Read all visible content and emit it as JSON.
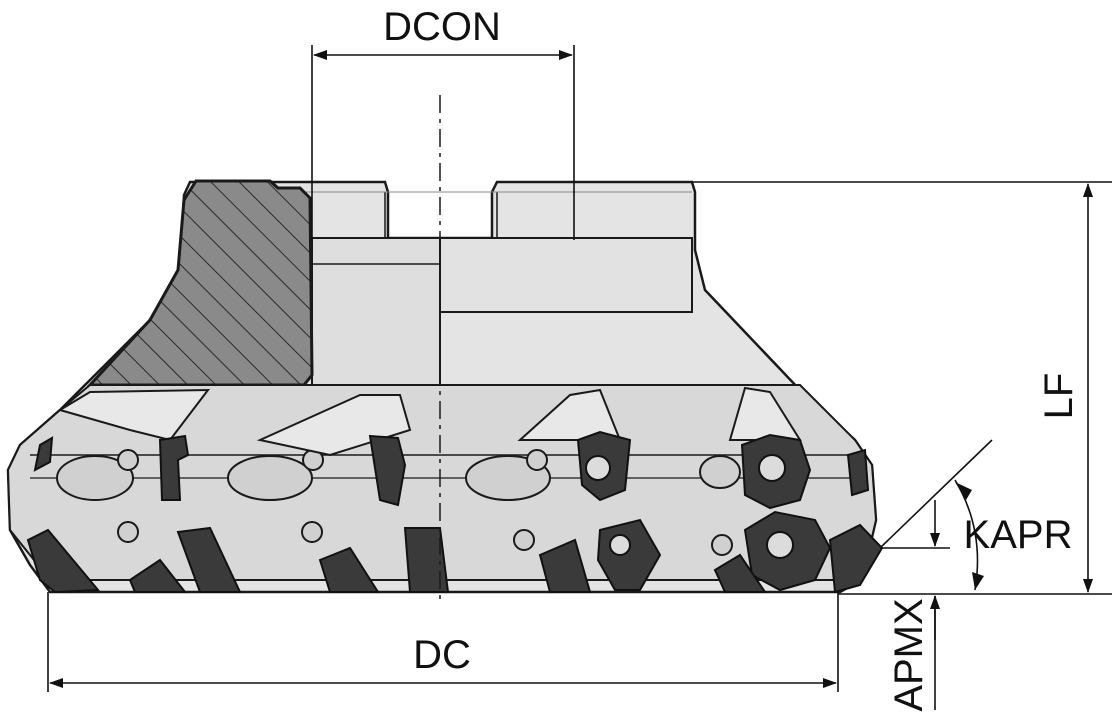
{
  "labels": {
    "dcon": "DCON",
    "dc": "DC",
    "lf": "LF",
    "kapr": "KAPR",
    "apmx": "APMX"
  },
  "colors": {
    "body_fill": "#e6e6e6",
    "body_dark": "#c9c9c9",
    "insert_fill": "#3c3c3c",
    "hatch_fill": "#7a7a7a",
    "line": "#1a1a1a"
  }
}
